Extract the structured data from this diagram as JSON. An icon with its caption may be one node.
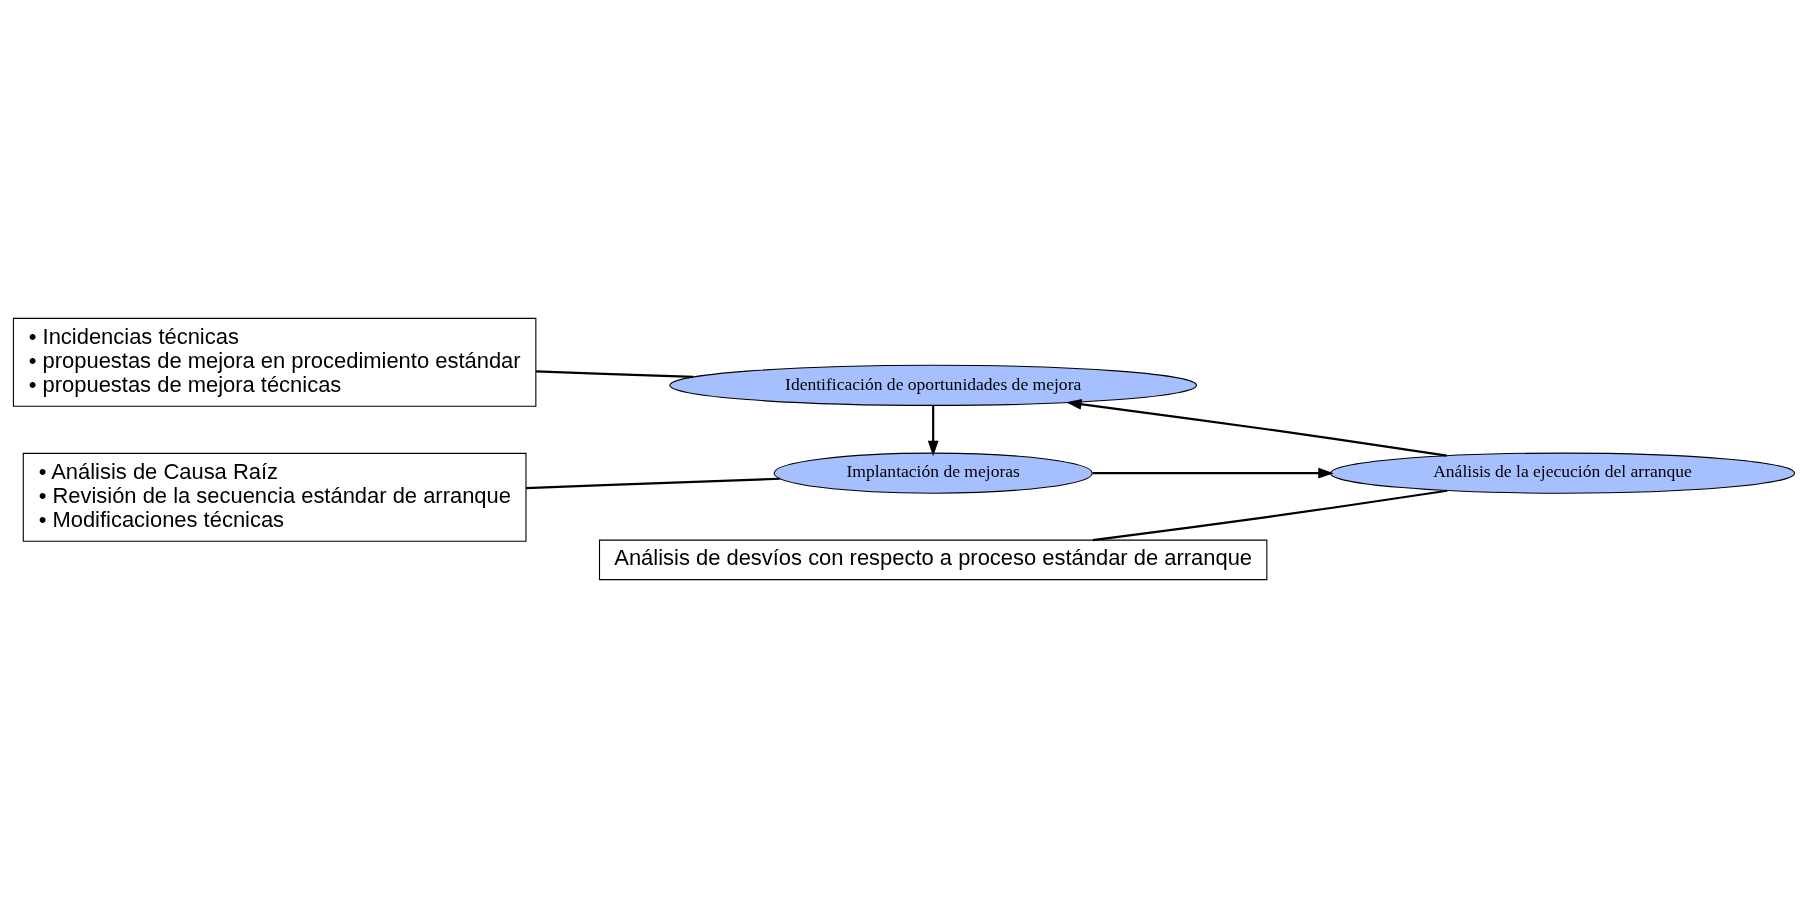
{
  "diagram": {
    "nodes": [
      {
        "text": [
          "Implantación de mejoras"
        ]
      },
      {
        "text": [
          "Análisis de la ejecución del arranque"
        ]
      },
      {
        "text": [
          "Identificación de oportunidades de mejora"
        ]
      },
      {
        "text": [
          "• Análisis de Causa Raíz",
          "• Revisión de la secuencia estándar de arranque",
          "• Modificaciones técnicas"
        ]
      },
      {
        "text": [
          "Análisis de desvíos con respecto a proceso estándar de arranque"
        ]
      },
      {
        "text": [
          "• Incidencias técnicas",
          "• propuestas de mejora en procedimiento estándar",
          "• propuestas de mejora técnicas"
        ]
      }
    ],
    "edges": [
      {
        "from": 0,
        "to": 1,
        "arrow": "to"
      },
      {
        "from": 1,
        "to": 2,
        "arrow": "to"
      },
      {
        "from": 2,
        "to": 0,
        "arrow": "to"
      },
      {
        "from": 3,
        "to": 0,
        "arrow": "none"
      },
      {
        "from": 4,
        "to": 1,
        "arrow": "none"
      },
      {
        "from": 5,
        "to": 2,
        "arrow": "none"
      }
    ]
  }
}
